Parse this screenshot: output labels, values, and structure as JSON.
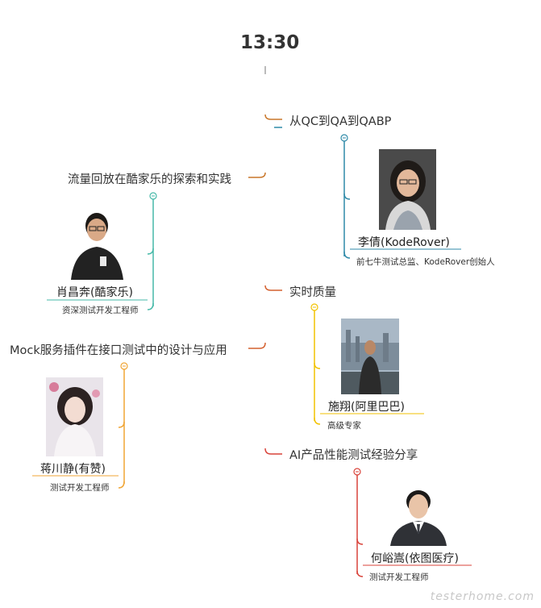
{
  "time": "13:30",
  "colors": {
    "trunk_top": "#c9772a",
    "trunk_bottom": "#d9433a",
    "topic1": "#2f8aa8",
    "topic2": "#46b9a8",
    "topic3": "#f2c200",
    "topic4": "#f0a535",
    "topic5": "#d9433a"
  },
  "topics": [
    {
      "title": "从QC到QA到QABP",
      "speaker": "李倩(KodeRover)",
      "role": "前七牛测试总监、KodeRover创始人"
    },
    {
      "title": "流量回放在酷家乐的探索和实践",
      "speaker": "肖昌奔(酷家乐)",
      "role": "资深测试开发工程师"
    },
    {
      "title": "实时质量",
      "speaker": "施翔(阿里巴巴)",
      "role": "高级专家"
    },
    {
      "title": "Mock服务插件在接口测试中的设计与应用",
      "speaker": "蒋川静(有赞)",
      "role": "测试开发工程师"
    },
    {
      "title": "AI产品性能测试经验分享",
      "speaker": "何峪嵩(依图医疗)",
      "role": "测试开发工程师"
    }
  ],
  "watermark": "testerhome.com"
}
